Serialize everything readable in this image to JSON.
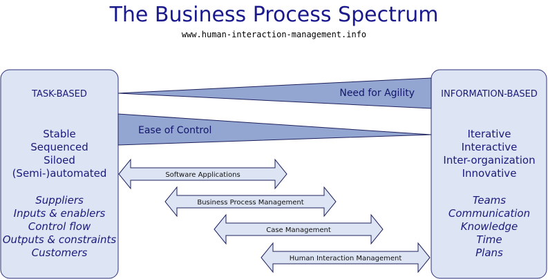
{
  "title": "The Business Process Spectrum",
  "url": "www.human-interaction-management.info",
  "left_box": {
    "heading": "TASK-BASED",
    "traits": [
      "Stable",
      "Sequenced",
      "Siloed",
      "(Semi-)automated"
    ],
    "elements": [
      "Suppliers",
      "Inputs & enablers",
      "Control flow",
      "Outputs & constraints",
      "Customers"
    ]
  },
  "right_box": {
    "heading": "INFORMATION-BASED",
    "traits": [
      "Iterative",
      "Interactive",
      "Inter-organization",
      "Innovative"
    ],
    "elements": [
      "Teams",
      "Communication",
      "Knowledge",
      "Time",
      "Plans"
    ]
  },
  "wedges": {
    "agility": "Need for Agility",
    "control": "Ease of Control"
  },
  "arrows": [
    "Software Applications",
    "Business Process Management",
    "Case Management",
    "Human Interaction Management"
  ]
}
